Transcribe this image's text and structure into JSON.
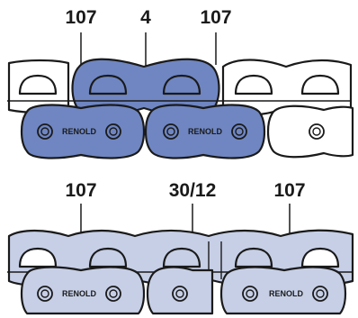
{
  "colors": {
    "outline": "#1a1a1a",
    "white_part": "#ffffff",
    "blue_dark": "#6f86c2",
    "blue_light": "#c6cfe6"
  },
  "top_chain": {
    "label_left": "107",
    "label_mid": "4",
    "label_right": "107",
    "plate_brand_1": "RENOLD",
    "plate_brand_2": "RENOLD"
  },
  "bottom_chain": {
    "label_left": "107",
    "label_mid": "30/12",
    "label_right": "107",
    "plate_brand_1": "RENOLD",
    "plate_brand_2": "RENOLD"
  }
}
